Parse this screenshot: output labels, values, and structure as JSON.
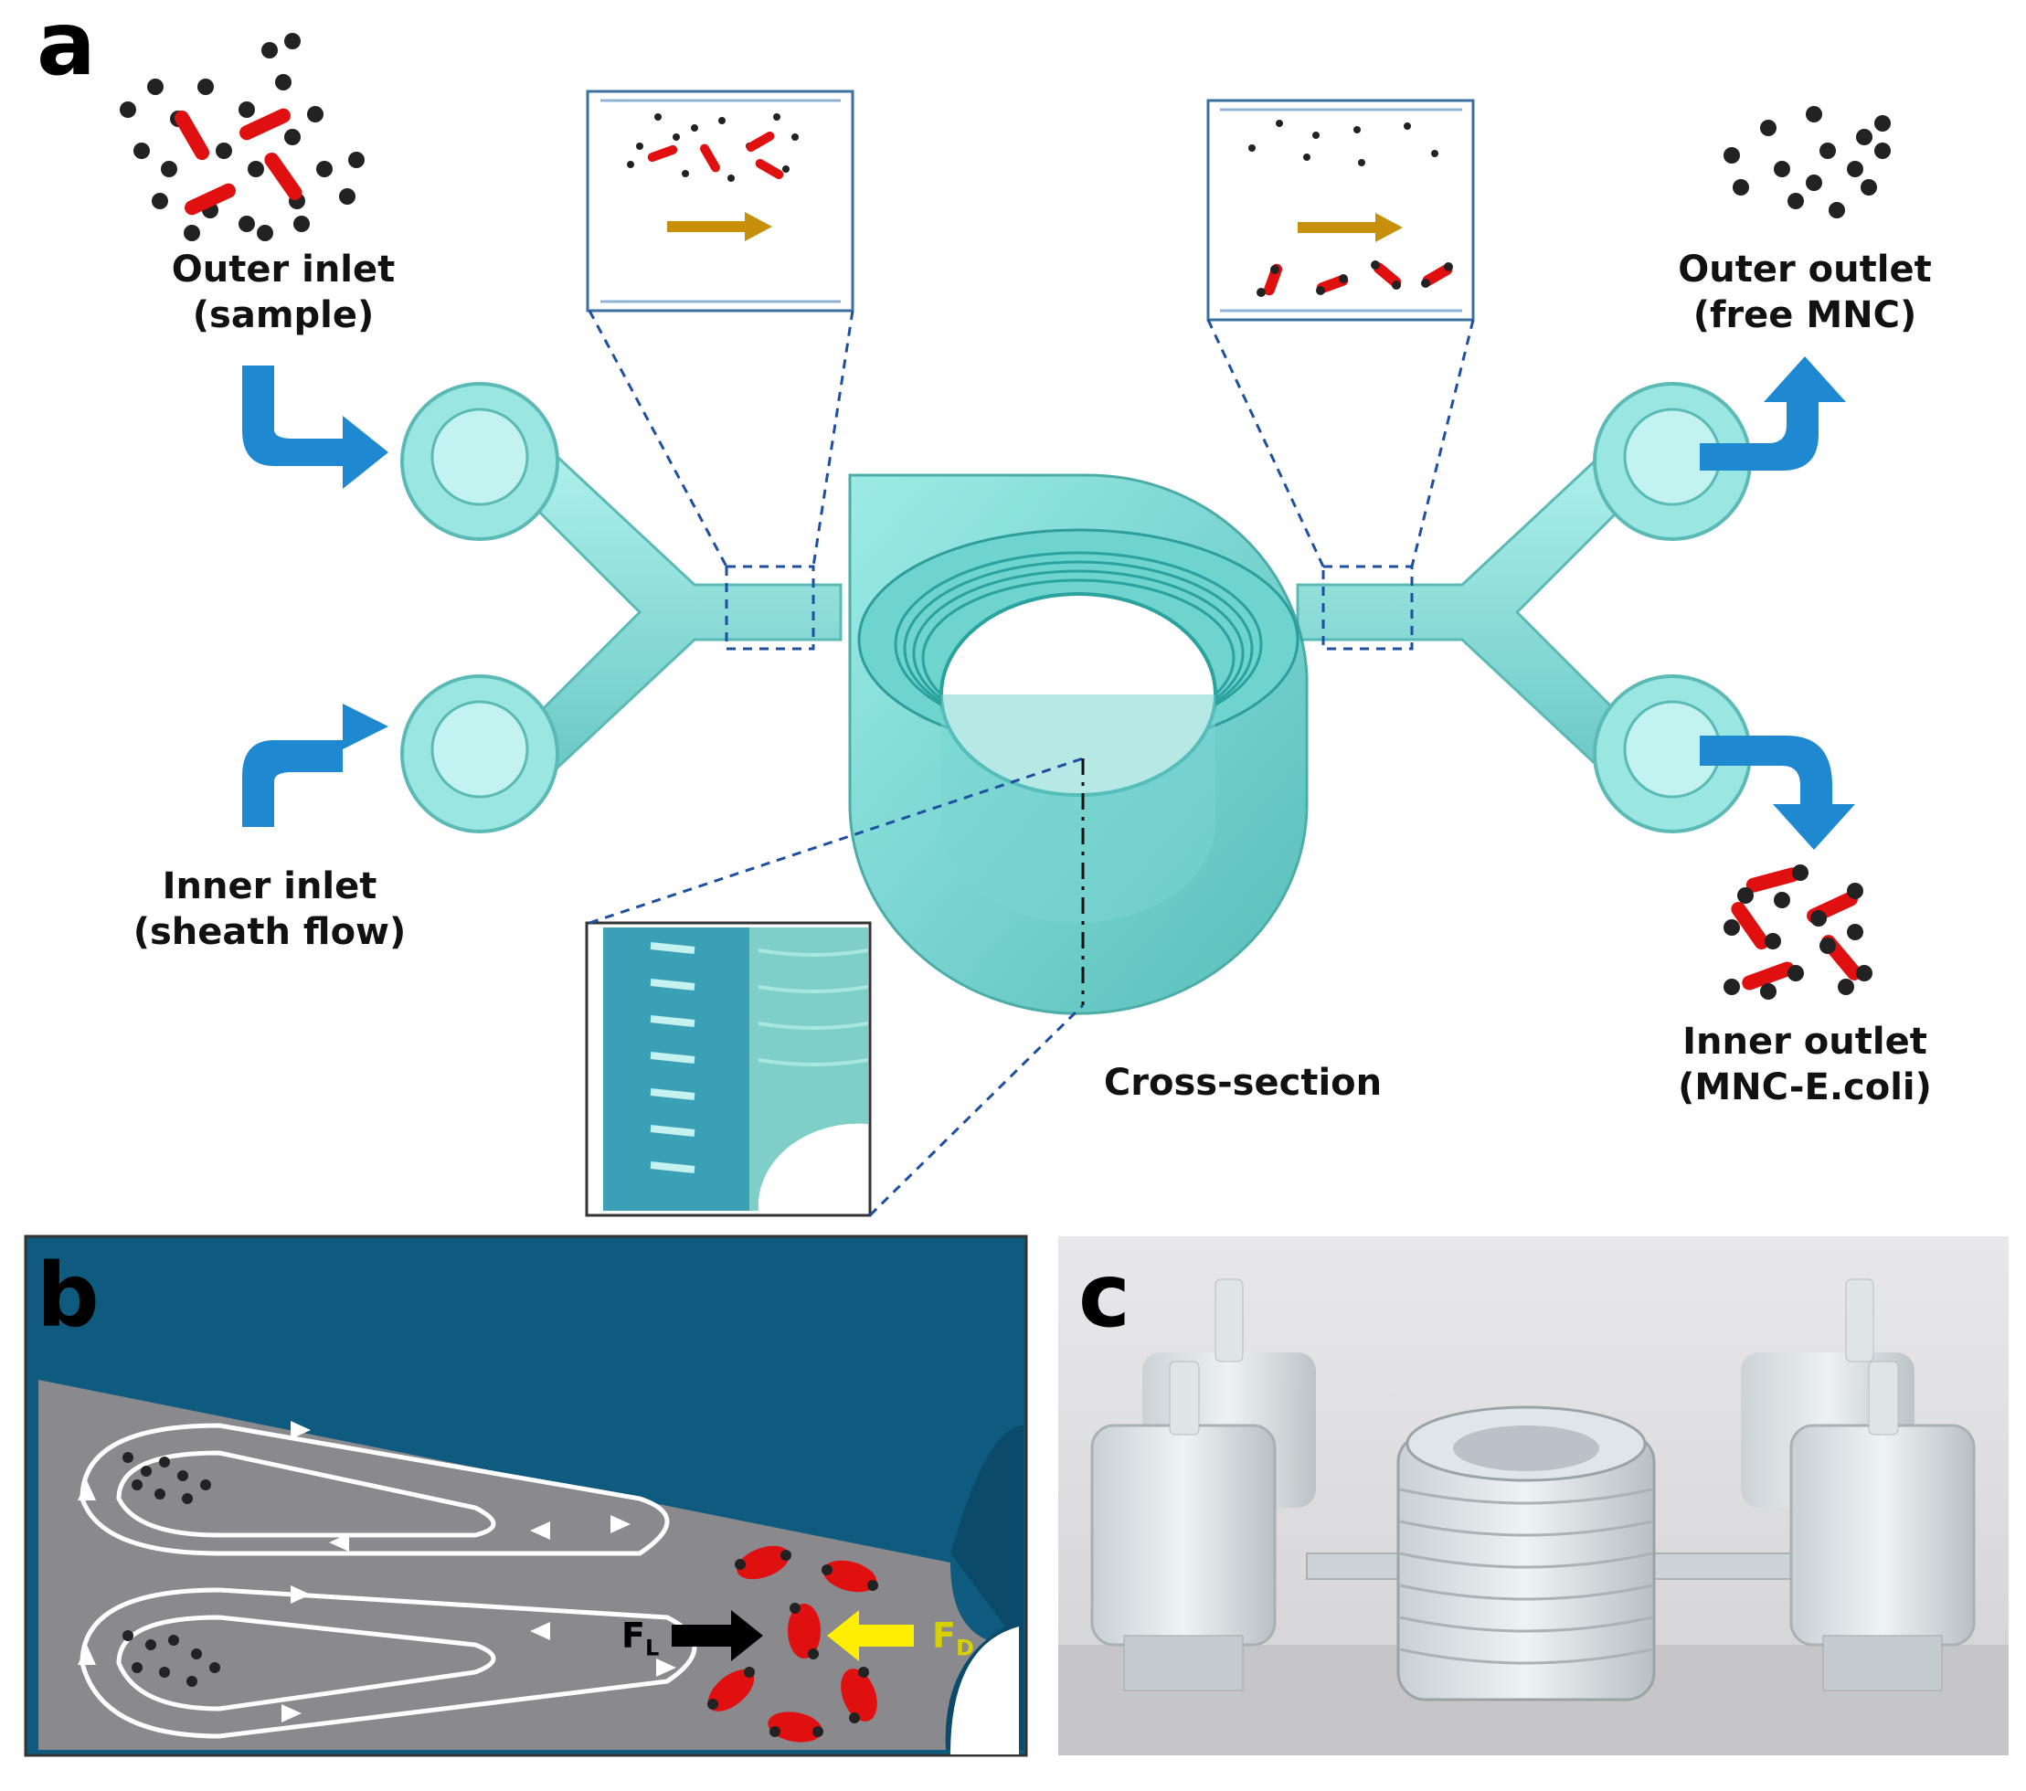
{
  "panels": {
    "a": {
      "letter": "a"
    },
    "b": {
      "letter": "b"
    },
    "c": {
      "letter": "c"
    }
  },
  "labels": {
    "outer_inlet": {
      "line1": "Outer inlet",
      "line2": "(sample)"
    },
    "inner_inlet": {
      "line1": "Inner inlet",
      "line2": "(sheath flow)"
    },
    "outer_outlet": {
      "line1": "Outer outlet",
      "line2": "(free MNC)"
    },
    "inner_outlet": {
      "line1": "Inner outlet",
      "line2": "(MNC-E.coli)"
    },
    "cross_section": "Cross-section"
  },
  "forces": {
    "lift": {
      "symbol": "F",
      "subscript": "L"
    },
    "drag": {
      "symbol": "F",
      "subscript": "D"
    }
  },
  "colors": {
    "channel": "#7fd6d3",
    "channel_dark": "#3fb3b0",
    "flow_arrow": "#1e88d0",
    "zoom_arrow": "#c8900a",
    "bacteria": "#e01010",
    "particle": "#222222",
    "cross_section_top": "#0f5b80",
    "cross_section_floor": "#8a8a8e",
    "lift_arrow": "#000000",
    "drag_arrow": "#ffee00",
    "drag_label": "#d7d100"
  }
}
